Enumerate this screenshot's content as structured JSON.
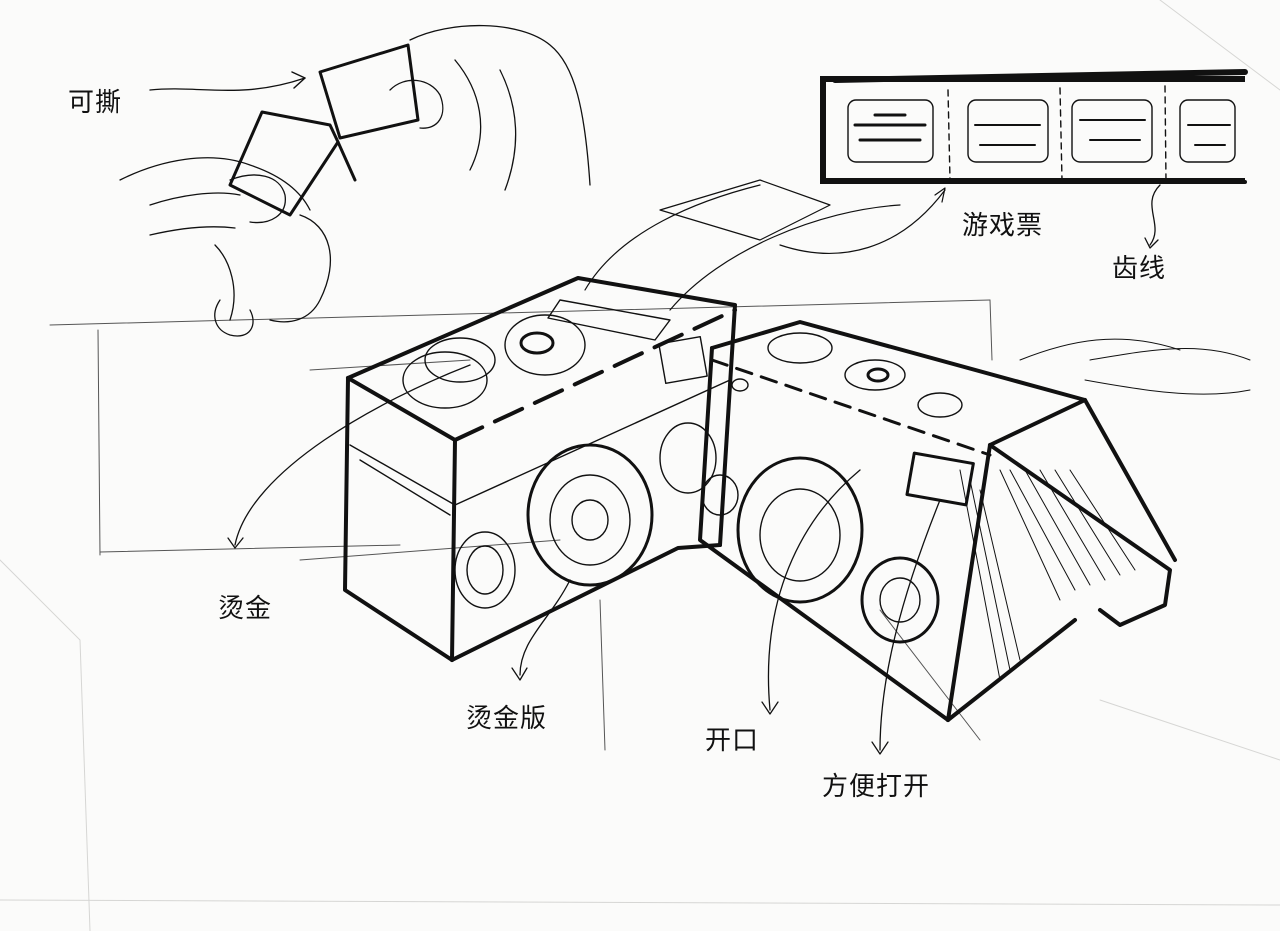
{
  "image": {
    "medium": "pen sketch on paper",
    "colors": {
      "ink": "#111111",
      "paper": "#fbfbfa"
    }
  },
  "annotations": {
    "tearable": "可撕",
    "game_card": "游戏票",
    "dashed_line": "齿线",
    "hot_stamp": "烫金",
    "hot_stamp_plate": "烫金版",
    "opening": "开口",
    "easy_open": "方便打开"
  }
}
